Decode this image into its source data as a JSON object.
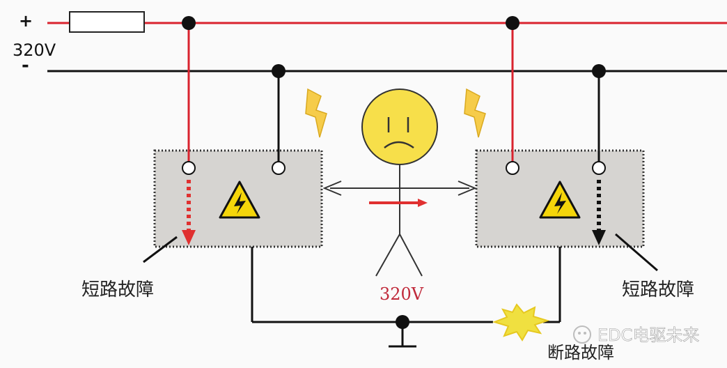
{
  "labels": {
    "plus": "+",
    "minus": "-",
    "supply_voltage": "320V",
    "touch_voltage": "320V",
    "short_fault_left": "短路故障",
    "short_fault_right": "短路故障",
    "open_fault": "断路故障",
    "watermark": "EDC电驱未来"
  },
  "colors": {
    "positive_line": "#d9232e",
    "negative_line": "#111111",
    "box_fill": "#d6d4d1",
    "warning_yellow": "#f5d50a",
    "face_yellow": "#f7df4a",
    "bolt_yellow": "#f6cc4a",
    "current_arrow": "#e03030"
  },
  "icons": {
    "warning": "high-voltage-warning-icon",
    "bolt": "lightning-bolt-icon",
    "face": "sad-face-icon",
    "spark": "open-circuit-spark-icon",
    "ground": "ground-symbol-icon"
  }
}
